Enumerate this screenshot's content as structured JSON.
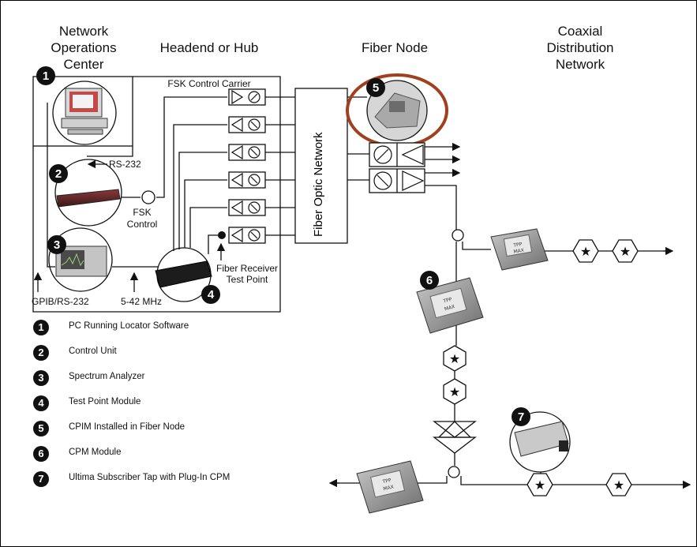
{
  "headers": {
    "noc_line1": "Network",
    "noc_line2": "Operations",
    "noc_line3": "Center",
    "headend": "Headend or Hub",
    "fiber_node": "Fiber Node",
    "coax_line1": "Coaxial",
    "coax_line2": "Distribution",
    "coax_line3": "Network"
  },
  "labels": {
    "fsk_carrier": "FSK Control Carrier",
    "rs232": "RS-232",
    "fsk_control_line1": "FSK",
    "fsk_control_line2": "Control",
    "fiber_optic_network": "Fiber Optic Network",
    "fiber_receiver_line1": "Fiber Receiver",
    "fiber_receiver_line2": "Test Point",
    "gpib": "GPIB/RS-232",
    "freq_range": "5-42 MHz",
    "device_label_1": "TPP",
    "device_label_2": "MAX"
  },
  "markers": [
    "1",
    "2",
    "3",
    "4",
    "5",
    "6",
    "7"
  ],
  "legend": [
    {
      "num": "1",
      "text": "PC Running Locator Software"
    },
    {
      "num": "2",
      "text": "Control Unit"
    },
    {
      "num": "3",
      "text": "Spectrum Analyzer"
    },
    {
      "num": "4",
      "text": "Test Point Module"
    },
    {
      "num": "5",
      "text": "CPIM Installed in Fiber Node"
    },
    {
      "num": "6",
      "text": "CPM Module"
    },
    {
      "num": "7",
      "text": "Ultima Subscriber Tap with Plug-In CPM"
    }
  ],
  "colors": {
    "highlight_ring": "#a0401e",
    "line": "#111111",
    "control_unit": "#5a2424"
  }
}
